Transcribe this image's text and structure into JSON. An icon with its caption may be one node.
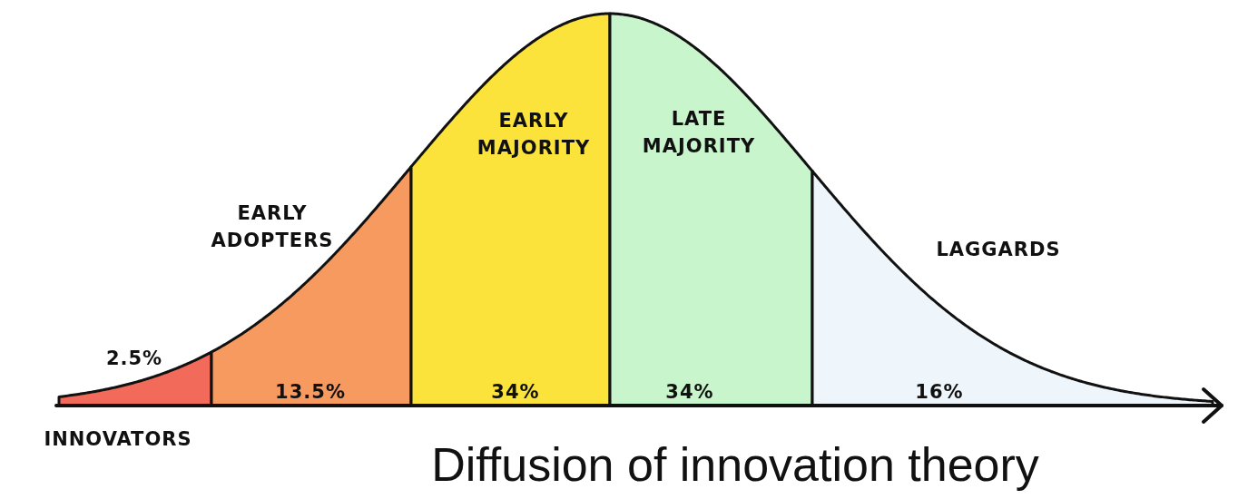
{
  "diagram": {
    "caption": "Diffusion of innovation theory",
    "nodes": [
      {
        "text": [
          "2.5%"
        ],
        "beside": [
          "INNOVATORS"
        ]
      },
      {
        "text": [
          "13.5%"
        ],
        "beside": [
          "EARLY ADOPTERS"
        ]
      },
      {
        "text": [
          "EARLY MAJORITY",
          "34%"
        ]
      },
      {
        "text": [
          "LATE MAJORITY",
          "34%"
        ]
      },
      {
        "text": [
          "16%"
        ],
        "beside": [
          "LAGGARDS"
        ]
      }
    ]
  }
}
